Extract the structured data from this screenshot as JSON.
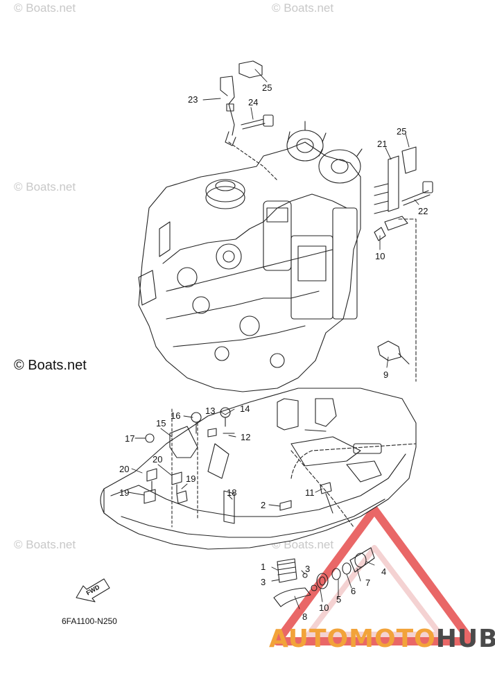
{
  "watermarks": {
    "top_left": "© Boats.net",
    "top_right": "© Boats.net",
    "mid_left": "© Boats.net",
    "main": "© Boats.net",
    "lower_left": "© Boats.net",
    "lower_right": "© Boats.net"
  },
  "callouts": {
    "c1": "1",
    "c2": "2",
    "c3a": "3",
    "c3b": "3",
    "c4": "4",
    "c5": "5",
    "c6": "6",
    "c7": "7",
    "c8": "8",
    "c9": "9",
    "c10a": "10",
    "c10b": "10",
    "c11": "11",
    "c12": "12",
    "c13": "13",
    "c14": "14",
    "c15": "15",
    "c16": "16",
    "c17": "17",
    "c18": "18",
    "c19a": "19",
    "c19b": "19",
    "c20a": "20",
    "c20b": "20",
    "c21": "21",
    "c22": "22",
    "c23": "23",
    "c24": "24",
    "c25a": "25",
    "c25b": "25"
  },
  "fwd_label": "FWD",
  "diagram_code": "6FA1100-N250",
  "logo": {
    "part1": "AUTOMOTO",
    "part2": "HUB",
    "color1": "#f2a33a",
    "color2": "#4a4a4a",
    "accent": "#d9252a"
  }
}
